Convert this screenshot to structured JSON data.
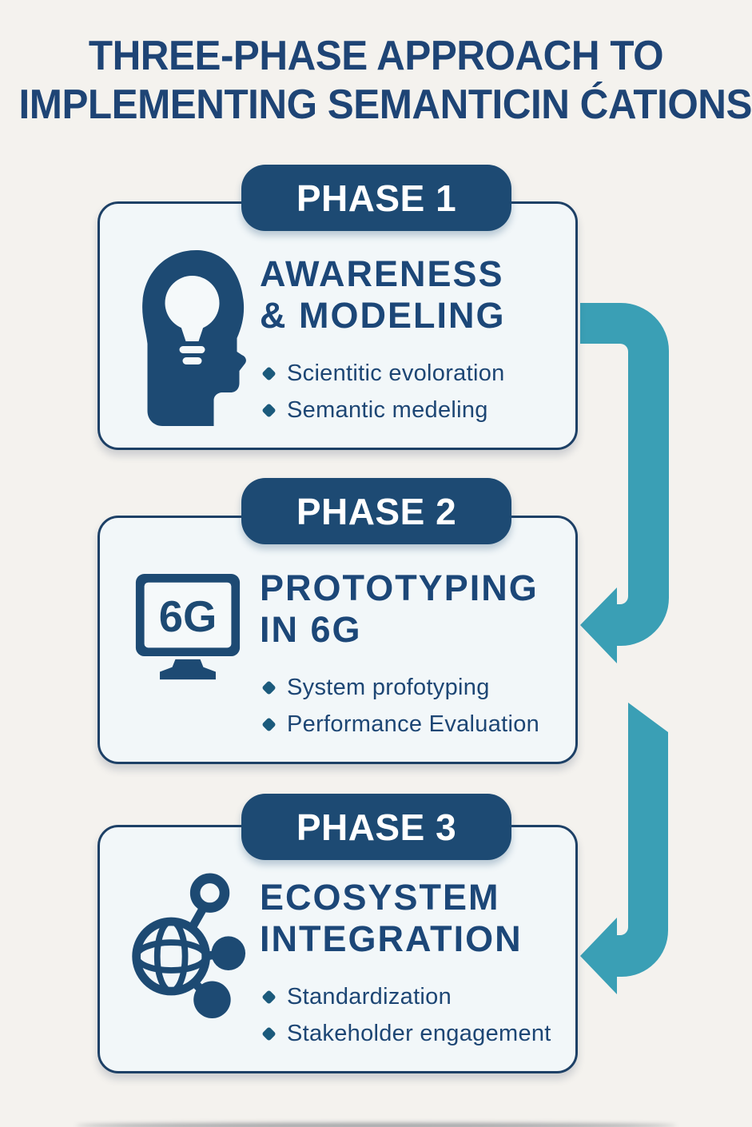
{
  "title": {
    "line1": "THREE-PHASE APPROACH TO",
    "line2": "IMPLEMENTING SEMANTICIN ĆATIONS"
  },
  "phases": [
    {
      "badge": "PHASE 1",
      "heading_line1": "AWARENESS",
      "heading_line2": "& MODELING",
      "icon": "head-lightbulb-icon",
      "bullets": [
        "Scientitic evoloration",
        "Semantic medeling"
      ]
    },
    {
      "badge": "PHASE 2",
      "heading_line1": "PROTOTYPING",
      "heading_line2": "IN 6G",
      "icon": "monitor-6g-icon",
      "monitor_label": "6G",
      "bullets": [
        "System profotyping",
        "Performance Evaluation"
      ]
    },
    {
      "badge": "PHASE 3",
      "heading_line1": "ECOSYSTEM",
      "heading_line2": "INTEGRATION",
      "icon": "network-globe-icon",
      "bullets": [
        "Standardization",
        "Stakeholder engagement"
      ]
    }
  ],
  "colors": {
    "page_background": "#f4f2ee",
    "card_background": "#f2f7f9",
    "card_border": "#1d4066",
    "pill_background": "#1d4a73",
    "pill_text": "#ffffff",
    "heading_text": "#1c4778",
    "bullet_text": "#1d4674",
    "bullet_marker": "#1b5a7c",
    "title_text": "#1e4475",
    "arrow_teal": "#3a9fb5",
    "icon_navy": "#1d4a73"
  }
}
